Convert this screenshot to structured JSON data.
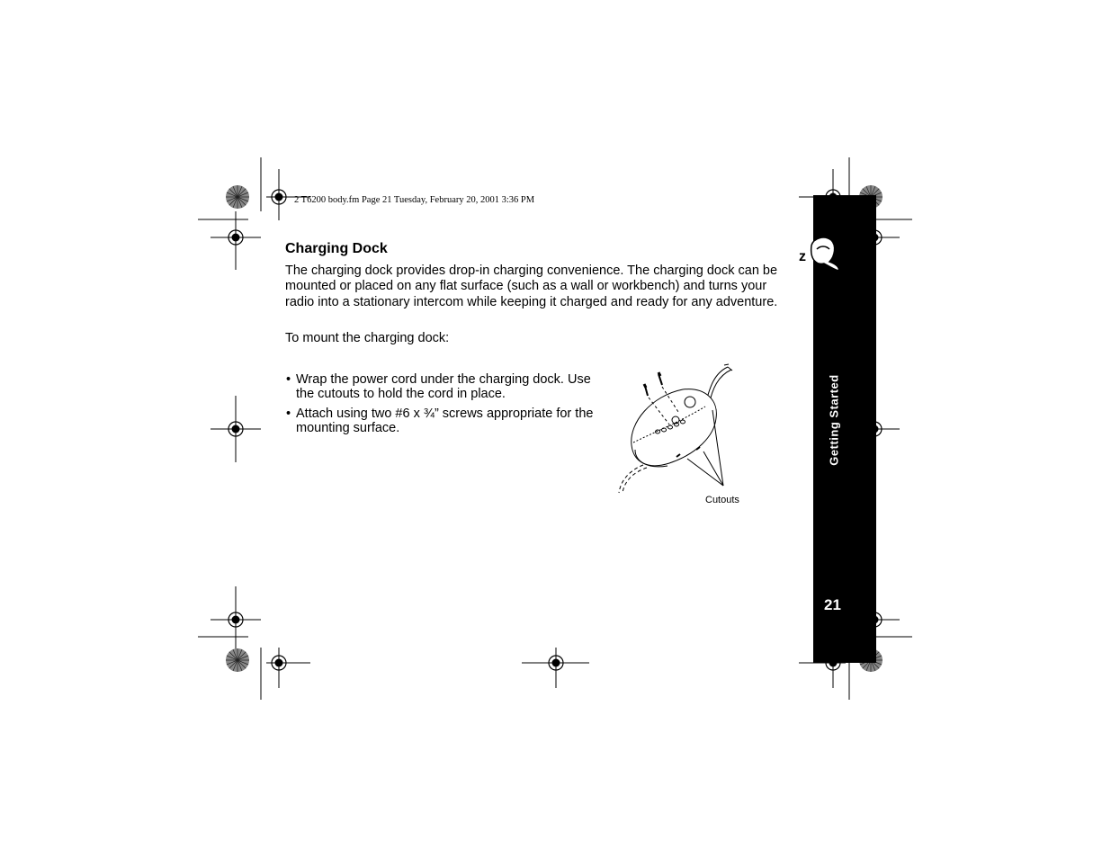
{
  "header": {
    "file_info": "2 T6200 body.fm  Page 21  Tuesday, February 20, 2001  3:36 PM"
  },
  "section": {
    "heading": "Charging Dock",
    "intro": "The charging dock provides drop-in charging convenience. The charging dock can be mounted or placed on any flat surface (such as a wall or workbench) and turns your radio into a stationary intercom while keeping it charged and ready for any adventure.",
    "instruction": "To mount the charging dock:"
  },
  "steps": [
    {
      "bullet": "•",
      "text": "Wrap the power cord under the charging dock. Use the cutouts to hold the cord in place."
    },
    {
      "bullet": "•",
      "text": "Attach using two #6 x ¾” screws appropriate for the mounting surface."
    }
  ],
  "figure": {
    "caption": "Cutouts",
    "icon": "charging-dock-illustration"
  },
  "side_tab": {
    "label": "Getting Started",
    "page_number": "21",
    "icon": "sleeping-radio-icon",
    "background": "#000000",
    "text_color": "#ffffff"
  }
}
